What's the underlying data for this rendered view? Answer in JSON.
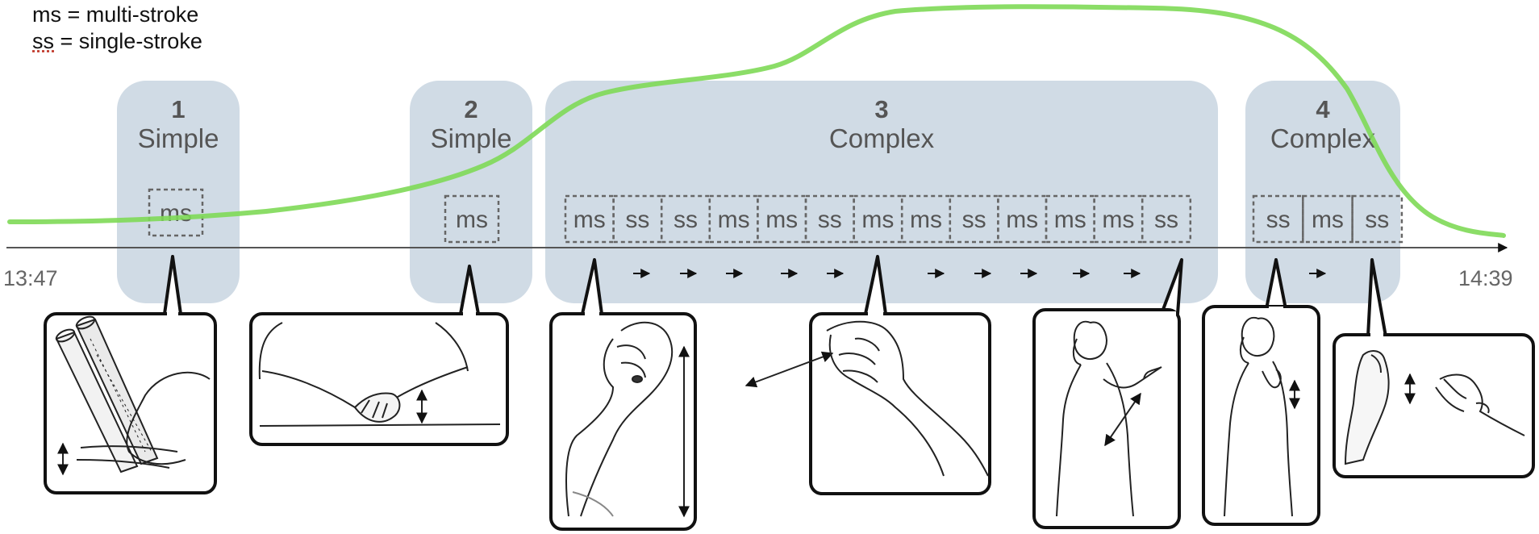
{
  "legend": {
    "line1": "ms = multi-stroke",
    "line2_abbr": "ss",
    "line2_rest": " = single-stroke"
  },
  "timeline": {
    "start": "13:47",
    "end": "14:39"
  },
  "phases": [
    {
      "number": "1",
      "label": "Simple"
    },
    {
      "number": "2",
      "label": "Simple"
    },
    {
      "number": "3",
      "label": "Complex"
    },
    {
      "number": "4",
      "label": "Complex"
    }
  ],
  "strokes": {
    "phase1": [
      "ms"
    ],
    "phase2": [
      "ms"
    ],
    "phase3": [
      "ms",
      "ss",
      "ss",
      "ms",
      "ms",
      "ss",
      "ms",
      "ms",
      "ss",
      "ms",
      "ms",
      "ms",
      "ss"
    ],
    "phase4": [
      "ss",
      "ms",
      "ss"
    ]
  },
  "colors": {
    "phase_box": "#d0dbe5",
    "curve": "#7ed957",
    "stroke_box_border": "#666666",
    "text": "#555555"
  }
}
